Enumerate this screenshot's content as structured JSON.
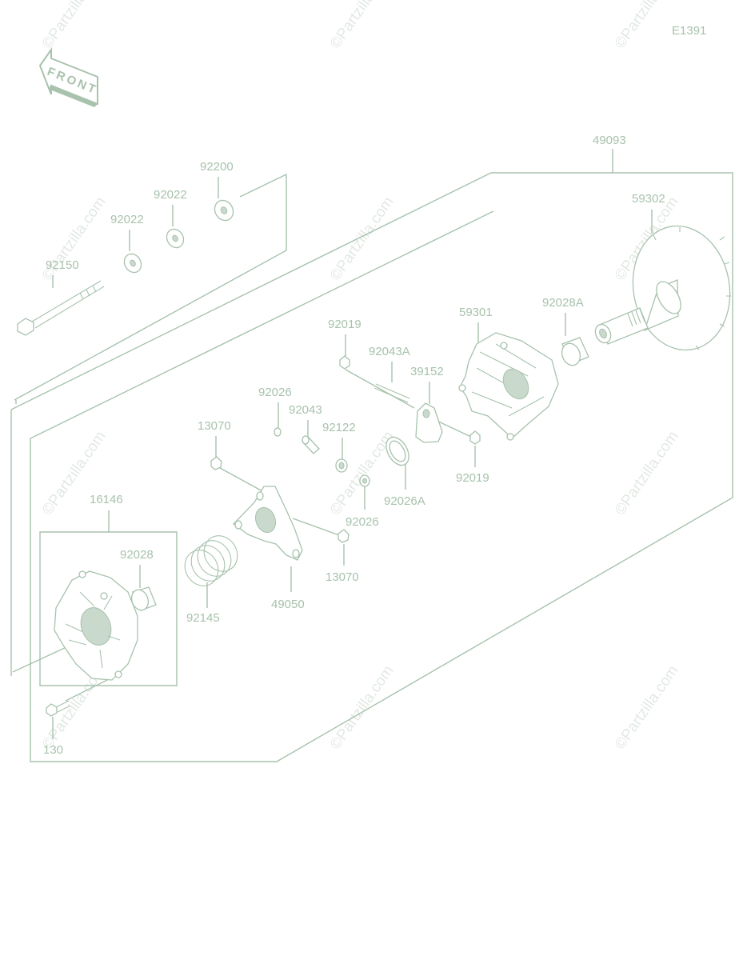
{
  "diagram_code": "E1391",
  "front_arrow": {
    "text": "FRONT"
  },
  "watermark": "©Partzilla.com",
  "colors": {
    "line": "#a8c2ad",
    "watermark": "#e2e9e3",
    "background": "#ffffff"
  },
  "parts": {
    "p49093": "49093",
    "p59302": "59302",
    "p92200": "92200",
    "p92022a": "92022",
    "p92022b": "92022",
    "p92150": "92150",
    "p92028A": "92028A",
    "p59301": "59301",
    "p92019a": "92019",
    "p92043A": "92043A",
    "p39152": "39152",
    "p92026a": "92026",
    "p92043": "92043",
    "p92122": "92122",
    "p13070a": "13070",
    "p92019b": "92019",
    "p92026A": "92026A",
    "p92026b": "92026",
    "p16146": "16146",
    "p92028": "92028",
    "p13070b": "13070",
    "p92145": "92145",
    "p49050": "49050",
    "p130": "130"
  }
}
